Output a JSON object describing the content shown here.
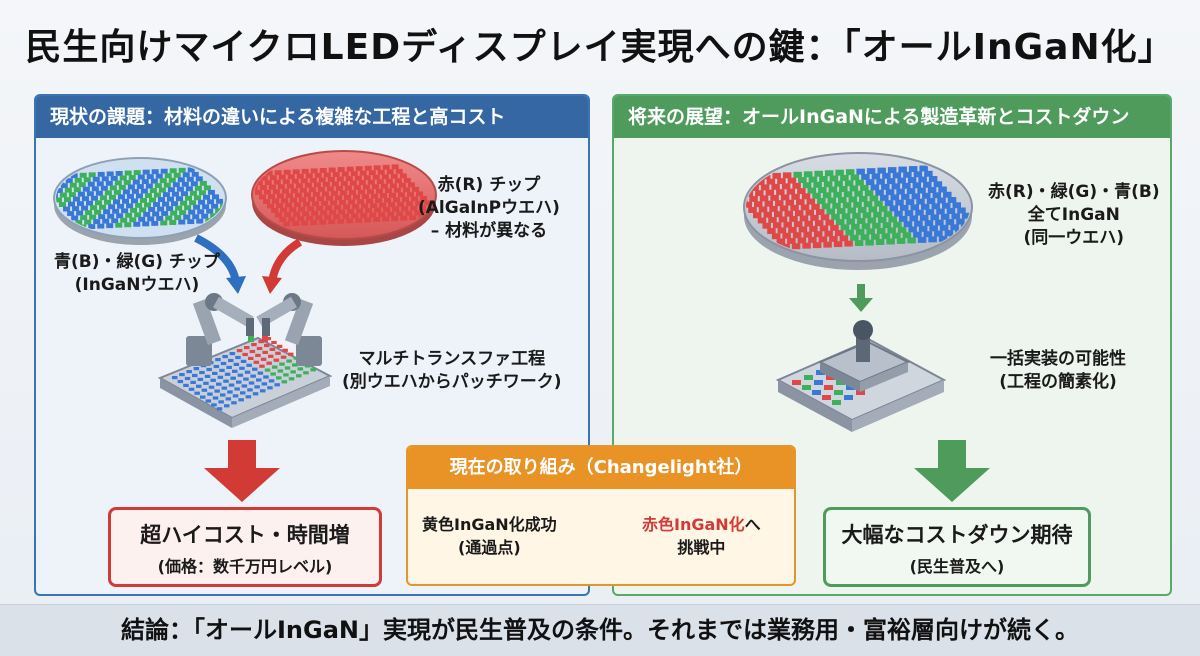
{
  "title": "民生向けマイクロLEDディスプレイ実現への鍵：「オールInGaN化」",
  "left_panel": {
    "header": "現状の課題：材料の違いによる複雑な工程と高コスト",
    "red_chip_label": [
      "赤(R) チップ",
      "(AlGaInPウエハ)",
      "– 材料が異なる"
    ],
    "bg_chip_label": [
      "青(B)・緑(G) チップ",
      "(InGaNウエハ)"
    ],
    "process_label": [
      "マルチトランスファ工程",
      "(別ウエハからパッチワーク)"
    ],
    "result_main": "超ハイコスト・時間増",
    "result_sub": "(価格：数千万円レベル)"
  },
  "right_panel": {
    "header": "将来の展望：オールInGaNによる製造革新とコストダウン",
    "wafer_label": [
      "赤(R)・緑(G)・青(B)",
      "全てInGaN",
      "(同一ウエハ)"
    ],
    "process_label": [
      "一括実装の可能性",
      "(工程の簡素化)"
    ],
    "result_main": "大幅なコストダウン期待",
    "result_sub": "(民生普及へ)"
  },
  "middle_box": {
    "header": "現在の取り組み（Changelight社）",
    "step1": [
      "黄色InGaN化成功",
      "(通過点)"
    ],
    "step2_highlight": "赤色InGaN化",
    "step2_suffix": "へ",
    "step2_line2": "挑戦中"
  },
  "conclusion": "結論：「オールInGaN」実現が民生普及の条件。それまでは業務用・富裕層向けが続く。",
  "colors": {
    "left_accent": "#3567a3",
    "right_accent": "#4f9b5c",
    "middle_accent": "#e99226",
    "alert_red": "#d23a35",
    "chip_red": "#e04848",
    "chip_green": "#3cb05a",
    "chip_blue": "#3a78d8"
  }
}
